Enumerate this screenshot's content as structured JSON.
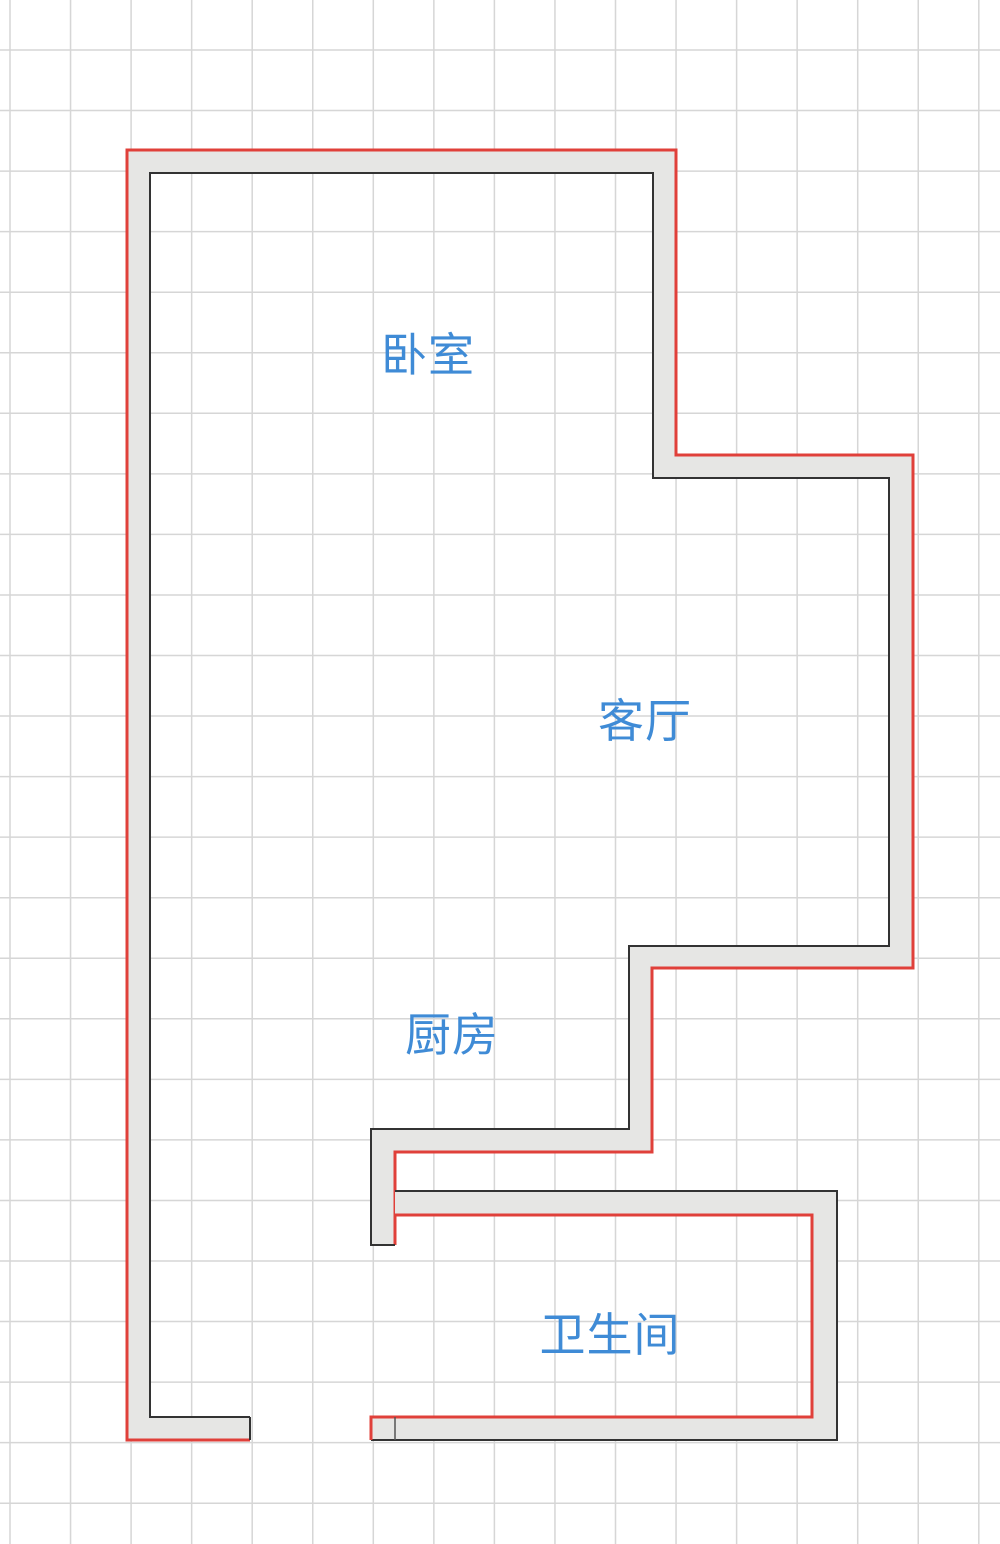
{
  "plan": {
    "rooms": [
      {
        "id": "bedroom",
        "label": "卧室"
      },
      {
        "id": "living-room",
        "label": "客厅"
      },
      {
        "id": "kitchen",
        "label": "厨房"
      },
      {
        "id": "bathroom",
        "label": "卫生间"
      }
    ]
  },
  "colors": {
    "grid": "#d6d6d6",
    "wall_fill": "#e6e6e4",
    "outer_edge": "#e0403a",
    "inner_edge": "#333333",
    "label": "#3f8bd6"
  }
}
